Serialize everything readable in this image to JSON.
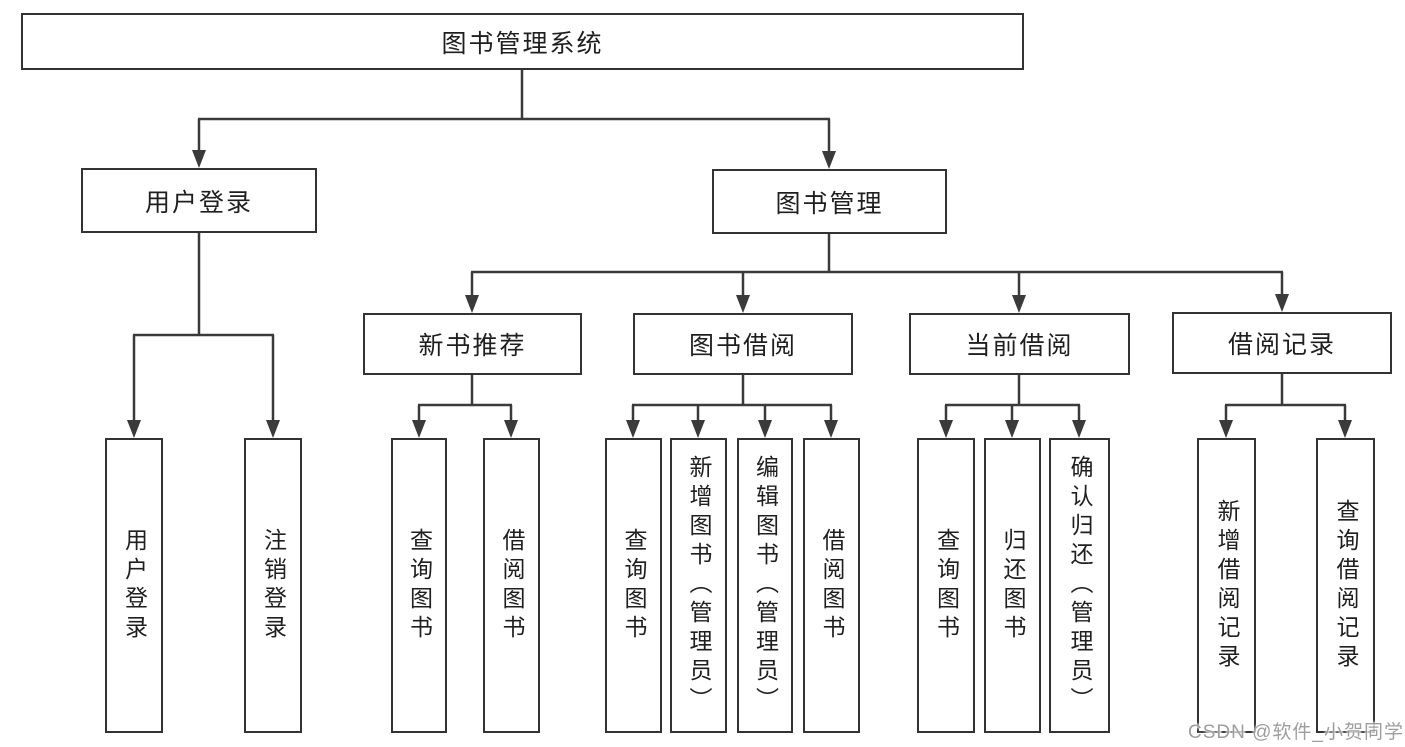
{
  "diagram": {
    "root": "图书管理系统",
    "branches": {
      "user_login": "用户登录",
      "book_mgmt": "图书管理"
    },
    "modules": {
      "new_books": "新书推荐",
      "book_borrow": "图书借阅",
      "current_borrow": "当前借阅",
      "borrow_records": "借阅记录"
    },
    "leaves": {
      "user_login": [
        "用户登录",
        "注销登录"
      ],
      "new_books": [
        "查询图书",
        "借阅图书"
      ],
      "book_borrow": [
        "查询图书",
        "新增图书（管理员）",
        "编辑图书（管理员）",
        "借阅图书"
      ],
      "current_borrow": [
        "查询图书",
        "归还图书",
        "确认归还（管理员）"
      ],
      "borrow_records": [
        "新增借阅记录",
        "查询借阅记录"
      ]
    }
  },
  "watermark": "CSDN @软件_小贺同学",
  "colors": {
    "line": "#3a3a3a",
    "box_border": "#333333",
    "box_fill": "#ffffff",
    "text": "#1f1f1f",
    "watermark": "#9e9e9e",
    "background": "#ffffff"
  }
}
